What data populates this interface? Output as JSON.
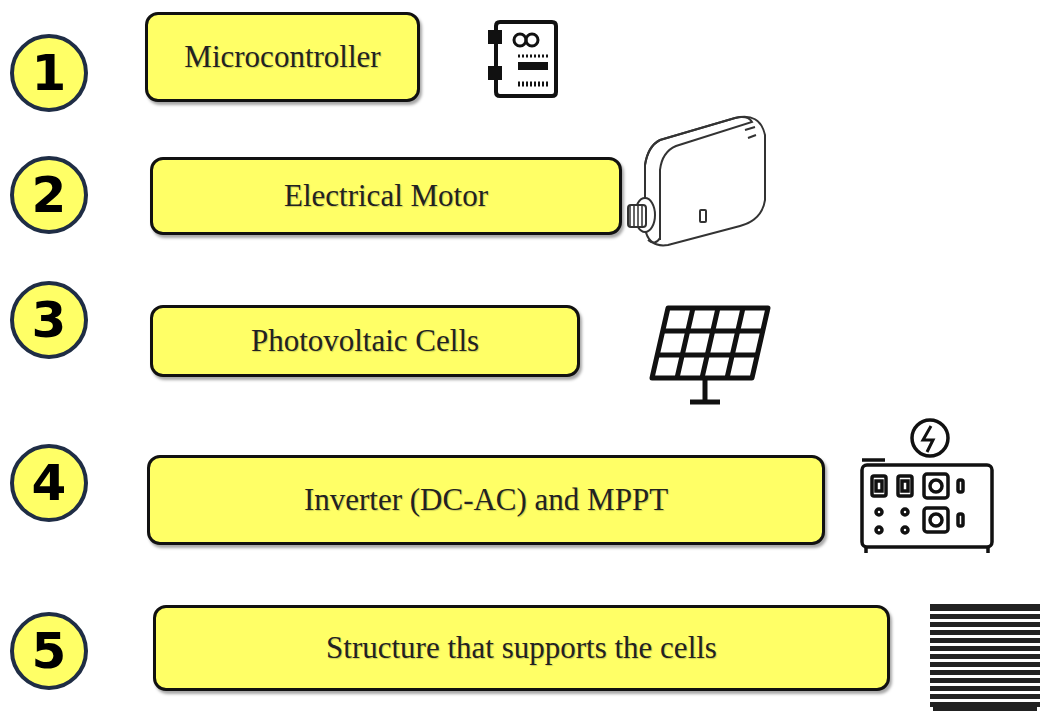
{
  "diagram": {
    "nodes": [
      {
        "text": [
          "1"
        ]
      },
      {
        "text": [
          "Microcontroller"
        ]
      },
      {
        "text": [
          "2"
        ]
      },
      {
        "text": [
          "Electrical Motor"
        ]
      },
      {
        "text": [
          "3"
        ]
      },
      {
        "text": [
          "Photovoltaic Cells"
        ]
      },
      {
        "text": [
          "4"
        ]
      },
      {
        "text": [
          "Inverter (DC-AC) and MPPT"
        ]
      },
      {
        "text": [
          "5"
        ]
      },
      {
        "text": [
          "Structure that supports the cells"
        ]
      }
    ]
  }
}
